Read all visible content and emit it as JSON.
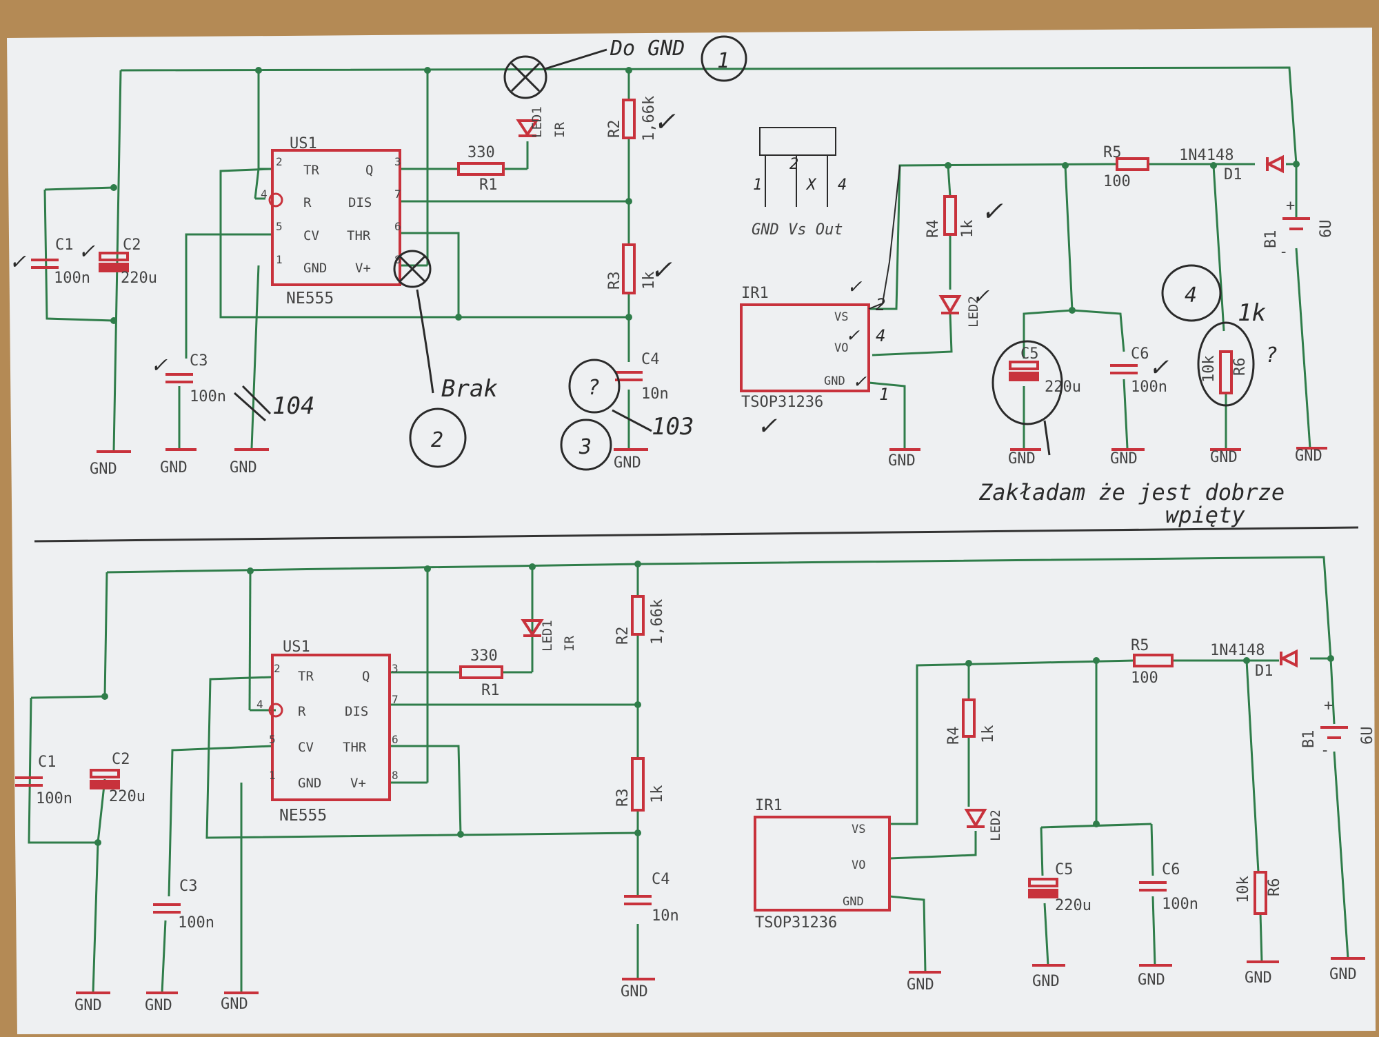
{
  "colors": {
    "wire": "#2f7d4a",
    "part": "#c8323c",
    "label": "#444444",
    "ink": "#2a2a2a",
    "paper": "#eef0f2",
    "table": "#b48a55"
  },
  "top": {
    "us1_name": "US1",
    "us1_type": "NE555",
    "pins": {
      "tr": "TR",
      "q": "Q",
      "r": "R",
      "dis": "DIS",
      "cv": "CV",
      "thr": "THR",
      "gnd": "GND",
      "vplus": "V+"
    },
    "pin_numbers": {
      "p2": "2",
      "p3": "3",
      "p4": "4",
      "p7": "7",
      "p5": "5",
      "p6": "6",
      "p1": "1",
      "p8": "8"
    },
    "c1": {
      "name": "C1",
      "value": "100n"
    },
    "c2": {
      "name": "C2",
      "value": "220u"
    },
    "c3": {
      "name": "C3",
      "value": "100n"
    },
    "r1": {
      "value": "330",
      "name": "R1"
    },
    "led1": {
      "name": "LED1",
      "type": "IR"
    },
    "r2": {
      "name": "R2",
      "value": "1,66k"
    },
    "r3": {
      "name": "R3",
      "value": "1k"
    },
    "c4": {
      "name": "C4",
      "value": "10n"
    },
    "ir1": {
      "name": "IR1",
      "type": "TSOP31236",
      "vs": "VS",
      "vo": "VO",
      "gnd": "GND"
    },
    "r4": {
      "name": "R4",
      "value": "1k"
    },
    "led2": {
      "name": "LED2"
    },
    "r5": {
      "name": "R5",
      "value": "100"
    },
    "d1": {
      "type": "1N4148",
      "name": "D1"
    },
    "b1": {
      "name": "B1",
      "value": "6U",
      "plus": "+",
      "minus": "-"
    },
    "c5": {
      "name": "C5",
      "value": "220u"
    },
    "c6": {
      "name": "C6",
      "value": "100n"
    },
    "r6": {
      "name": "R6",
      "value": "10k"
    },
    "gnd": "GND"
  },
  "annotations": {
    "do_gnd": "Do GND",
    "n1": "1",
    "brak": "Brak",
    "n2": "2",
    "q_mark": "?",
    "n3": "3",
    "n103": "103",
    "n104": "104",
    "n4": "4",
    "r6_new": "1k",
    "r6_q": "?",
    "pinout_1": "1",
    "pinout_2": "2",
    "pinout_x": "X",
    "pinout_4": "4",
    "pinout_labels": "GND Vs Out",
    "pin_2": "2",
    "pin_4": "4",
    "pin_1": "1",
    "zaklad_1": "Zakładam że jest dobrze",
    "zaklad_2": "wpięty",
    "tick": "✓"
  },
  "bottom": {
    "us1_name": "US1",
    "us1_type": "NE555",
    "pins": {
      "tr": "TR",
      "q": "Q",
      "r": "R",
      "dis": "DIS",
      "cv": "CV",
      "thr": "THR",
      "gnd": "GND",
      "vplus": "V+"
    },
    "pin_numbers": {
      "p2": "2",
      "p3": "3",
      "p4": "4",
      "p7": "7",
      "p5": "5",
      "p6": "6",
      "p1": "1",
      "p8": "8"
    },
    "c1": {
      "name": "C1",
      "value": "100n"
    },
    "c2": {
      "name": "C2",
      "value": "220u"
    },
    "c3": {
      "name": "C3",
      "value": "100n"
    },
    "r1": {
      "value": "330",
      "name": "R1"
    },
    "led1": {
      "name": "LED1",
      "type": "IR"
    },
    "r2": {
      "name": "R2",
      "value": "1,66k"
    },
    "r3": {
      "name": "R3",
      "value": "1k"
    },
    "c4": {
      "name": "C4",
      "value": "10n"
    },
    "ir1": {
      "name": "IR1",
      "type": "TSOP31236",
      "vs": "VS",
      "vo": "VO",
      "gnd": "GND"
    },
    "r4": {
      "name": "R4",
      "value": "1k"
    },
    "led2": {
      "name": "LED2"
    },
    "r5": {
      "name": "R5",
      "value": "100"
    },
    "d1": {
      "type": "1N4148",
      "name": "D1"
    },
    "b1": {
      "name": "B1",
      "value": "6U",
      "plus": "+",
      "minus": "-"
    },
    "c5": {
      "name": "C5",
      "value": "220u"
    },
    "c6": {
      "name": "C6",
      "value": "100n"
    },
    "r6": {
      "name": "R6",
      "value": "10k"
    },
    "gnd": "GND"
  }
}
